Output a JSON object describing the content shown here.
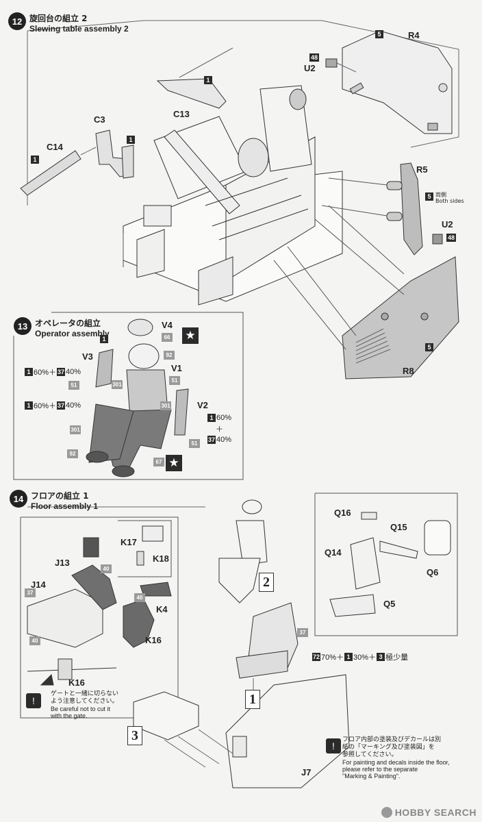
{
  "step12": {
    "num": "12",
    "title_jp": "旋回台の組立 2",
    "title_en": "Slewing table assembly 2"
  },
  "step13": {
    "num": "13",
    "title_jp": "オペレータの組立",
    "title_en": "Operator assembly"
  },
  "step14": {
    "num": "14",
    "title_jp": "フロアの組立 1",
    "title_en": "Floor assembly 1"
  },
  "parts12": {
    "r4": "R4",
    "u2a": "U2",
    "c13": "C13",
    "c3": "C3",
    "c14": "C14",
    "r5": "R5",
    "u2b": "U2",
    "r8": "R8",
    "badge_1a": "1",
    "badge_1b": "1",
    "badge_1c": "1",
    "badge_5a": "5",
    "badge_5b": "5",
    "badge_5c": "5",
    "badge_48a": "48",
    "badge_48b": "48",
    "both_sides_jp": "両側",
    "both_sides_en": "Both sides"
  },
  "parts13": {
    "v4": "V4",
    "v3": "V3",
    "v1": "V1",
    "v2": "V2",
    "b1": "1",
    "p66": "66",
    "p92a": "92",
    "p51a": "51",
    "p301a": "301",
    "p51b": "51",
    "p301b": "301",
    "p301c": "301",
    "p51c": "51",
    "p92b": "92",
    "p67": "67",
    "mix_a_b1": "1",
    "mix_a_t1": "60%＋",
    "mix_a_b2": "37",
    "mix_a_t2": "40%",
    "mix_b_b1": "1",
    "mix_b_t1": "60%＋",
    "mix_b_b2": "37",
    "mix_b_t2": "40%",
    "mix_c_b1": "1",
    "mix_c_t1": "60%",
    "mix_c_plus": "＋",
    "mix_c_b2": "37",
    "mix_c_t2": "40%",
    "star": "★"
  },
  "parts14": {
    "k17": "K17",
    "k18": "K18",
    "j13": "J13",
    "j14": "J14",
    "k4": "K4",
    "k16a": "K16",
    "k16b": "K16",
    "p40a": "40",
    "p40b": "40",
    "p37a": "37",
    "p40c": "40",
    "q16": "Q16",
    "q15": "Q15",
    "q14": "Q14",
    "q6": "Q6",
    "q5": "Q5",
    "j7": "J7",
    "p37b": "37",
    "seat_b1": "72",
    "seat_t1": "70%＋",
    "seat_b2": "1",
    "seat_t2": "30%＋",
    "seat_b3": "3",
    "seat_t3": "極少量",
    "gate_note_jp1": "ゲートと一緒に切らない",
    "gate_note_jp2": "よう注意してください。",
    "gate_note_en1": "Be careful not to cut it",
    "gate_note_en2": "with the gate.",
    "paint_note_jp1": "フロア内部の塗装及びデカールは別",
    "paint_note_jp2": "紙の「マーキング及び塗装図」を",
    "paint_note_jp3": "参照してください。",
    "paint_note_en1": "For painting and decals inside the floor,",
    "paint_note_en2": "please refer to the separate",
    "paint_note_en3": "\"Marking & Painting\".",
    "step2": "2",
    "step1": "1",
    "step3": "3"
  },
  "watermark": "HOBBY SEARCH"
}
